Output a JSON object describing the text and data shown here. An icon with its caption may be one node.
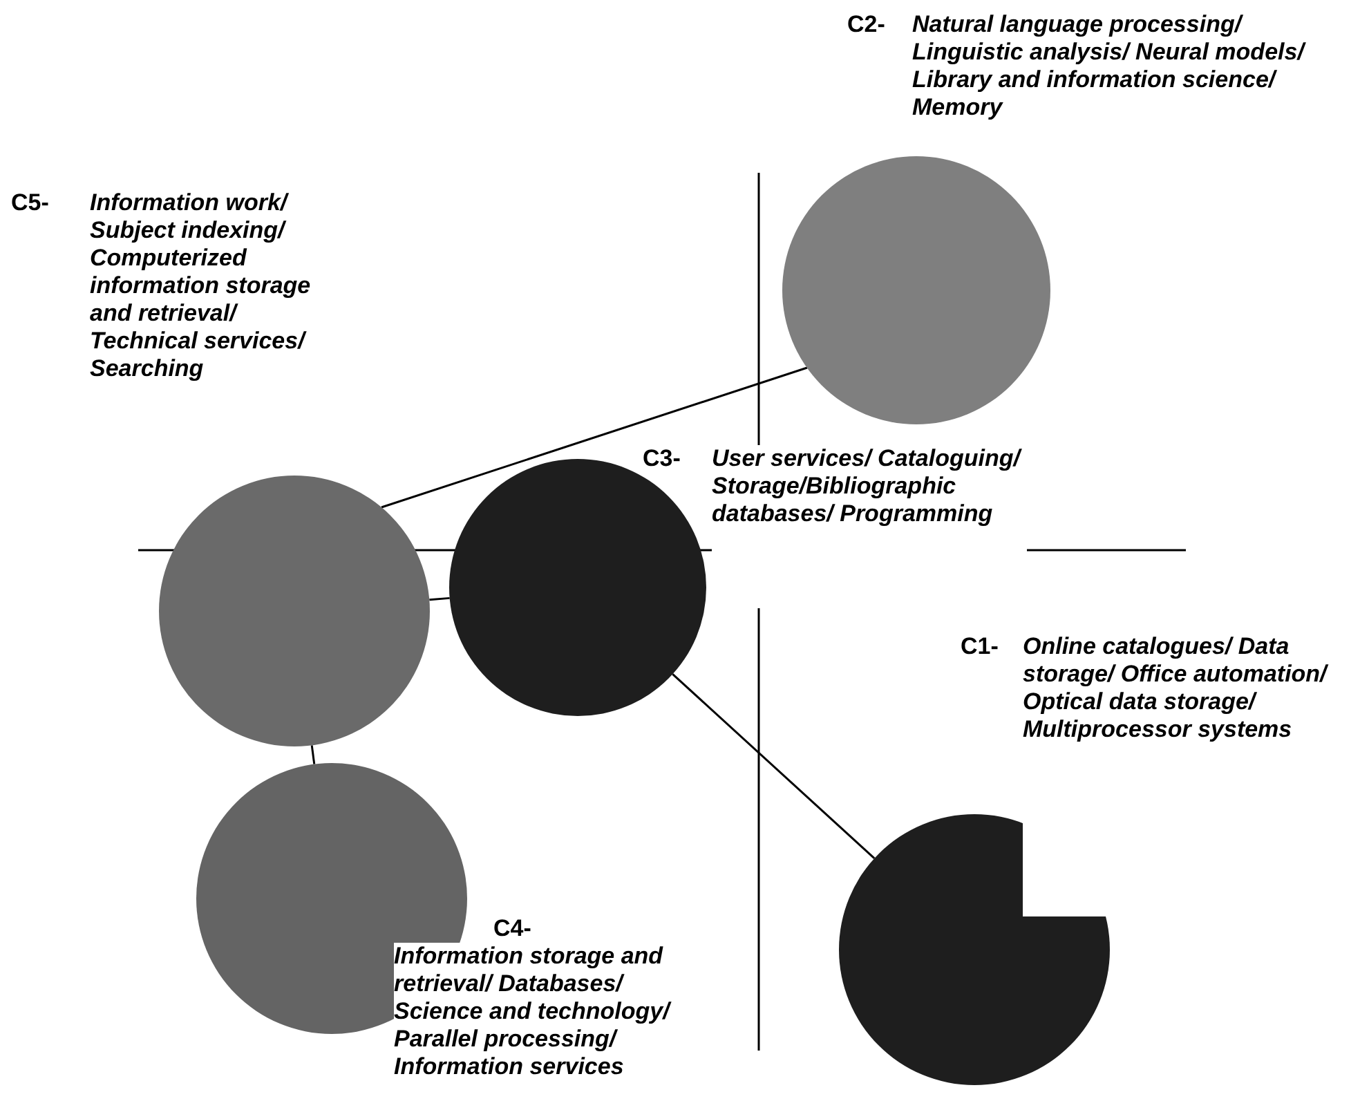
{
  "diagram": {
    "nodes": [
      {
        "text": [],
        "shape": "circle",
        "beside": [
          "C2-",
          "Natural language processing/ Linguistic analysis/ Neural models/ Library and information science/ Memory"
        ]
      },
      {
        "text": [],
        "shape": "circle",
        "beside": [
          "C5-",
          "Information work/ Subject indexing/ Computerized information storage and retrieval/ Technical services/ Searching"
        ]
      },
      {
        "text": [],
        "shape": "circle",
        "beside": [
          "C3-",
          "User services/ Cataloguing/ Storage/Bibliographic databases/ Programming"
        ]
      },
      {
        "text": [],
        "shape": "circle",
        "beside": [
          "C1-",
          "Online catalogues/ Data storage/ Office automation/ Optical data storage/ Multiprocessor systems"
        ]
      },
      {
        "text": [],
        "shape": "circle",
        "beside": [
          "C4-",
          "Information storage and retrieval/ Databases/ Science and technology/ Parallel processing/ Information services"
        ]
      }
    ],
    "edges": [
      {
        "from": 1,
        "to": 0,
        "arrow": "none"
      },
      {
        "from": 1,
        "to": 2,
        "arrow": "none"
      },
      {
        "from": 2,
        "to": 3,
        "arrow": "none"
      },
      {
        "from": 1,
        "to": 4,
        "arrow": "none"
      }
    ]
  }
}
